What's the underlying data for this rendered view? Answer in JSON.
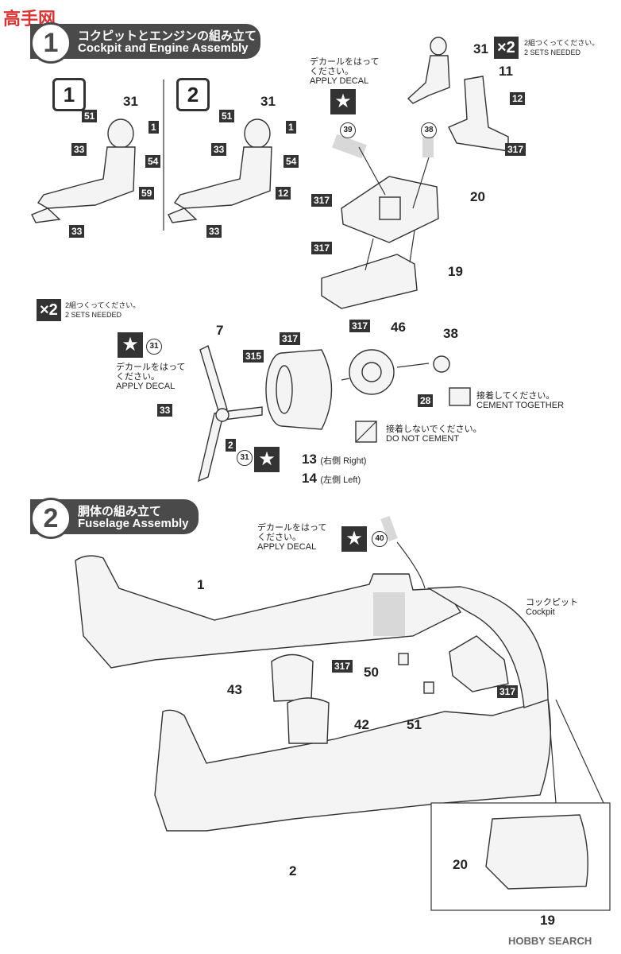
{
  "watermark_top": "高手网",
  "watermark_bottom": "HOBBY SEARCH",
  "step1": {
    "number": "1",
    "title_jp": "コクピットとエンジンの組み立て",
    "title_en": "Cockpit and Engine Assembly",
    "sub1": "1",
    "sub2": "2",
    "sets_needed_jp": "2組つくってください。",
    "sets_needed_en": "2  SETS  NEEDED",
    "multiplier": "×2",
    "apply_decal_jp": "デカールをはって\nください。",
    "apply_decal_en": "APPLY DECAL",
    "cement_together_jp": "接着してください。",
    "cement_together_en": "CEMENT TOGETHER",
    "do_not_cement_jp": "接着しないでください。",
    "do_not_cement_en": "DO NOT CEMENT",
    "part13": "13",
    "part13_side": "(右側 Right)",
    "part14": "14",
    "part14_side": "(左側 Left)"
  },
  "step2": {
    "number": "2",
    "title_jp": "胴体の組み立て",
    "title_en": "Fuselage Assembly",
    "cockpit_jp": "コックピット",
    "cockpit_en": "Cockpit"
  },
  "labels": {
    "p31": "31",
    "p51": "51",
    "p1": "1",
    "p33": "33",
    "p54": "54",
    "p59": "59",
    "p12": "12",
    "p11": "11",
    "p317": "317",
    "p20": "20",
    "p19": "19",
    "p39": "39",
    "p38": "38",
    "p7": "7",
    "p315": "315",
    "p46": "46",
    "p28": "28",
    "p2": "2",
    "p40": "40",
    "p43": "43",
    "p42": "42",
    "p50": "50"
  }
}
